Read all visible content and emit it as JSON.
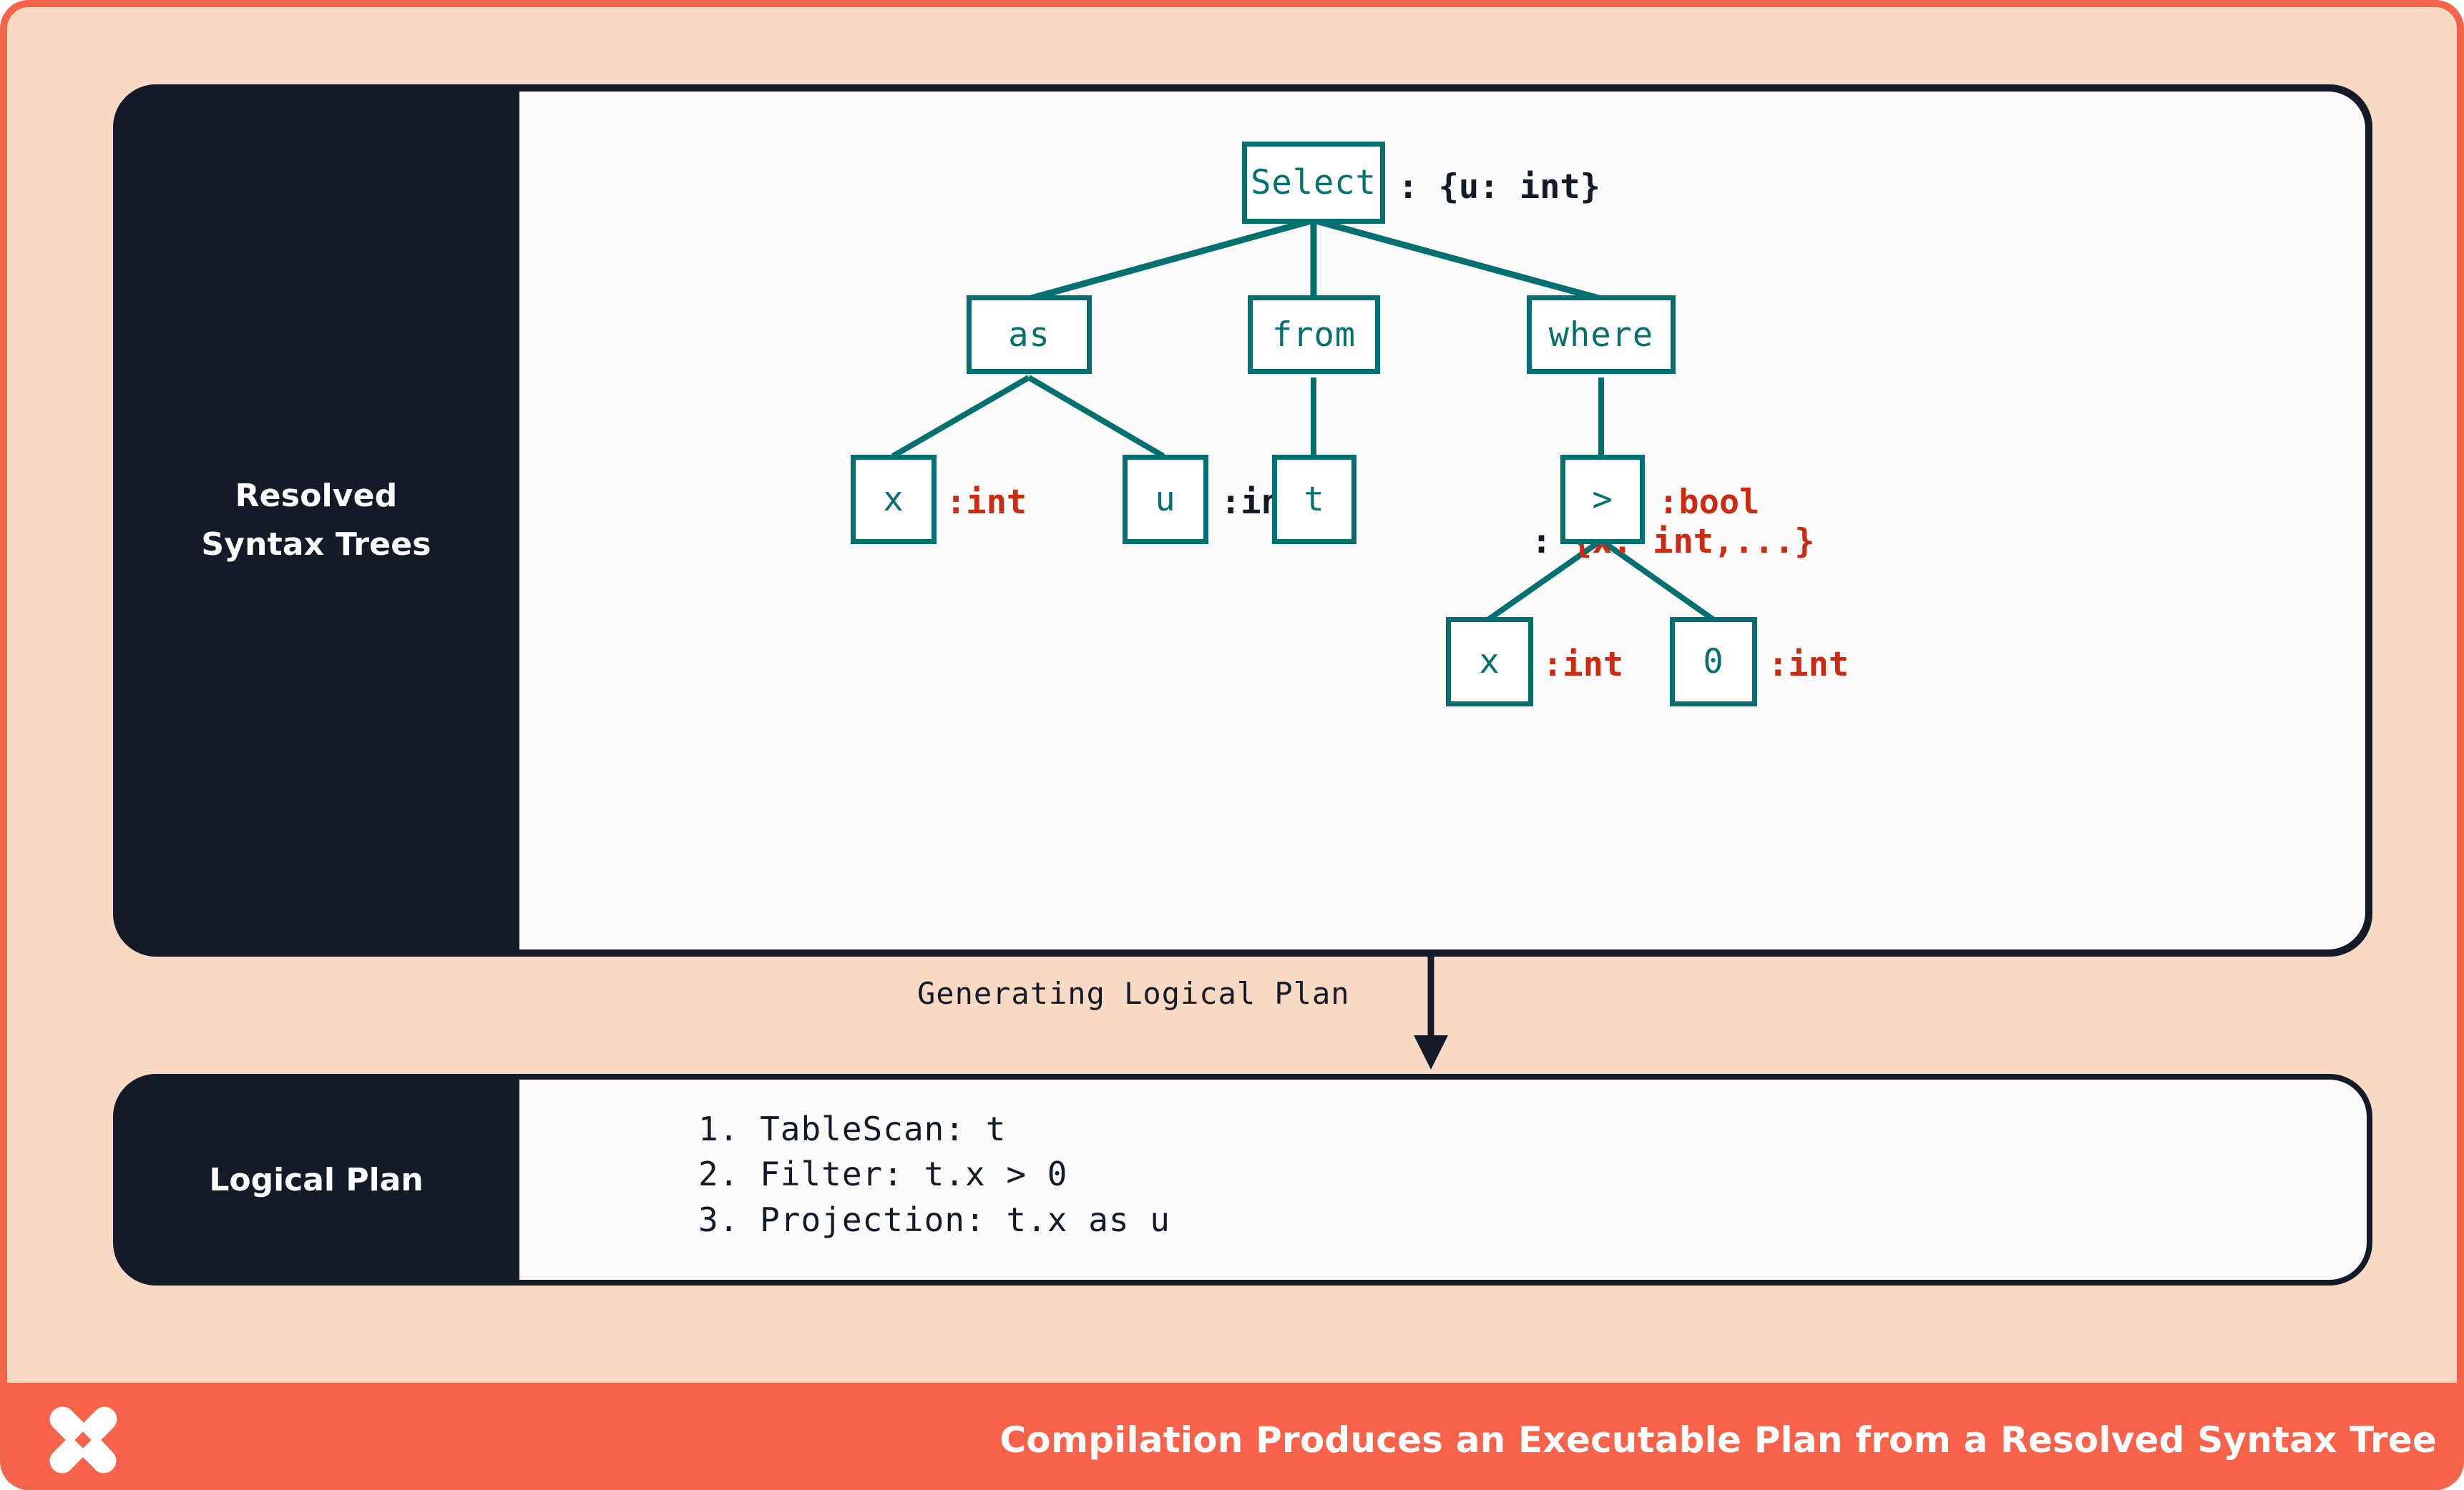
{
  "theme": {
    "frame_border": "#f4644a",
    "page_bg": "#f8d9c4",
    "card_dark": "#141a28",
    "canvas": "#fbfbfb",
    "teal": "#057070",
    "red": "#cc2a13",
    "bottom_bar": "#f9624a"
  },
  "panels": {
    "syntax": {
      "label_line1": "Resolved",
      "label_line2": "Syntax Trees"
    },
    "logical": {
      "label": "Logical Plan"
    }
  },
  "transition": {
    "label": "Generating Logical Plan"
  },
  "tree": {
    "nodes": [
      {
        "id": "select",
        "text": "Select"
      },
      {
        "id": "as",
        "text": "as"
      },
      {
        "id": "from",
        "text": "from"
      },
      {
        "id": "where",
        "text": "where"
      },
      {
        "id": "as-x",
        "text": "x"
      },
      {
        "id": "as-u",
        "text": "u"
      },
      {
        "id": "from-t",
        "text": "t"
      },
      {
        "id": "gt",
        "text": ">"
      },
      {
        "id": "gt-x",
        "text": "x"
      },
      {
        "id": "gt-0",
        "text": "0"
      }
    ],
    "annotations": {
      "select": ": {u: int}",
      "as_x": ":int",
      "as_u": ":int",
      "from_t_colon": ": ",
      "from_t_type": "{x: int,...}",
      "gt": ":bool",
      "gt_x": ":int",
      "gt_0": ":int"
    }
  },
  "logical_plan": {
    "lines": [
      "1. TableScan: t",
      "2. Filter: t.x > 0",
      "3. Projection: t.x as u"
    ]
  },
  "footer": {
    "caption": "Compilation Produces an Executable Plan from a Resolved Syntax Tree",
    "logo": "x-butterfly-logo"
  }
}
